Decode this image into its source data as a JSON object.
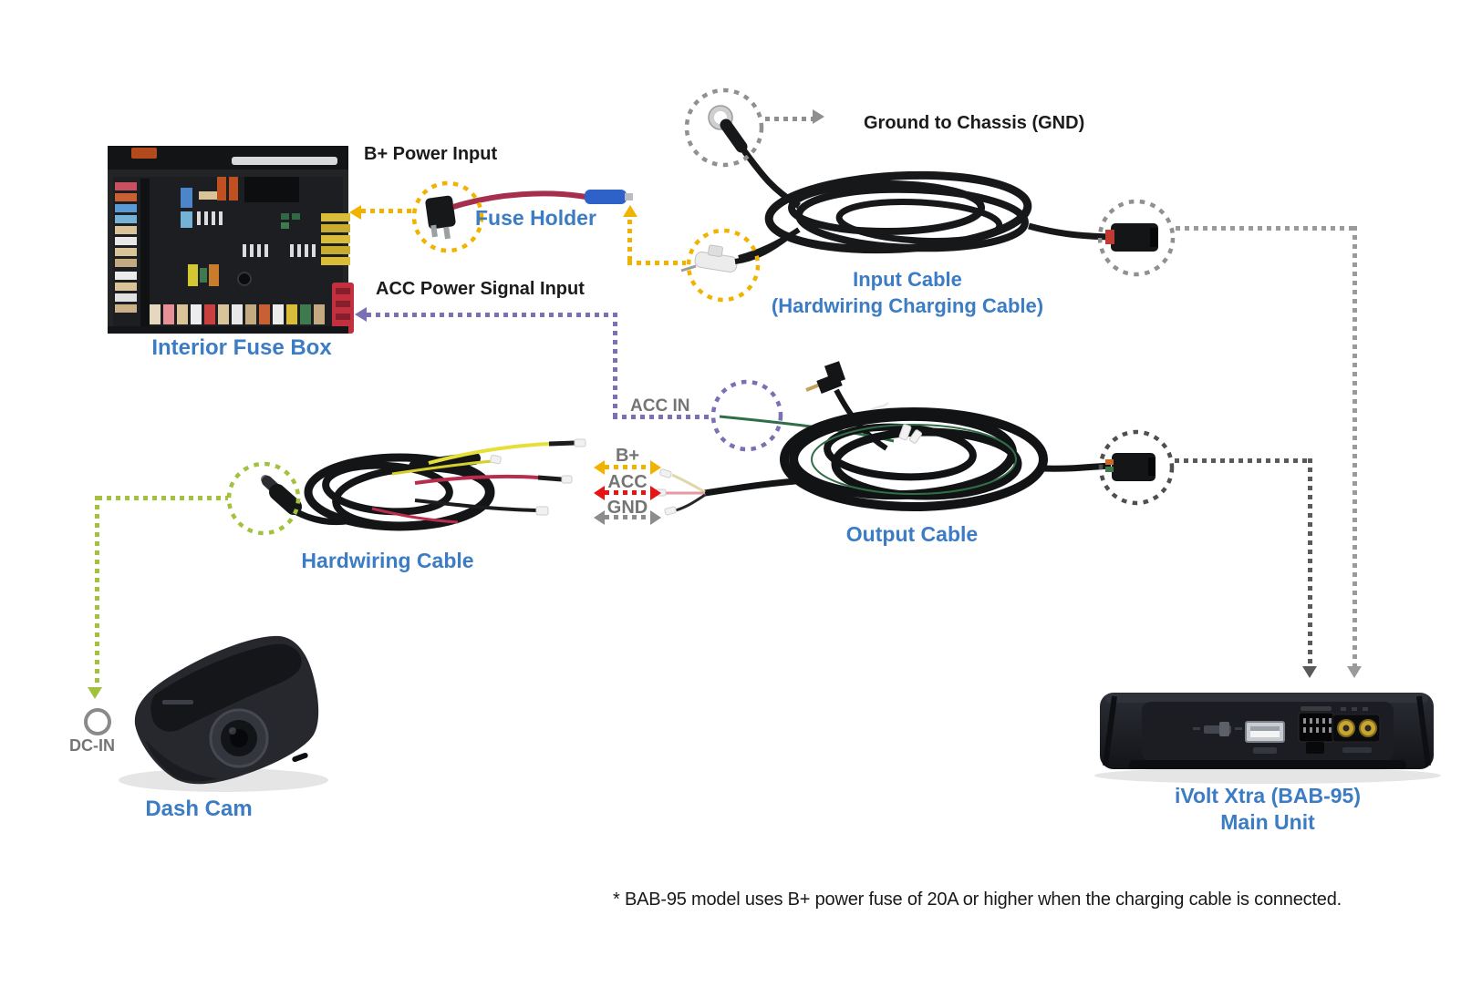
{
  "labels": {
    "interior_fuse_box": "Interior Fuse Box",
    "b_plus_power_input": "B+ Power Input",
    "fuse_holder": "Fuse Holder",
    "acc_power_signal_input": "ACC Power Signal Input",
    "ground_to_chassis": "Ground to Chassis (GND)",
    "input_cable_1": "Input Cable",
    "input_cable_2": "(Hardwiring Charging Cable)",
    "acc_in": "ACC IN",
    "wire_b_plus": "B+",
    "wire_acc": "ACC",
    "wire_gnd": "GND",
    "output_cable": "Output Cable",
    "hardwiring_cable": "Hardwiring Cable",
    "dc_in": "DC-IN",
    "dash_cam": "Dash Cam",
    "main_unit_1": "iVolt Xtra (BAB-95)",
    "main_unit_2": "Main Unit",
    "footnote": "* BAB-95 model uses B+ power fuse of 20A or higher when the charging cable is connected."
  },
  "colors": {
    "label_blue": "#3b7cc4",
    "label_black": "#1b1b1b",
    "label_gray": "#757575",
    "path_yellow": "#f2b200",
    "path_red": "#e81313",
    "path_gray": "#8f8f8f",
    "path_dark_gray": "#5a5a5a",
    "path_purple": "#7a70b4",
    "path_green": "#a2c13d"
  }
}
